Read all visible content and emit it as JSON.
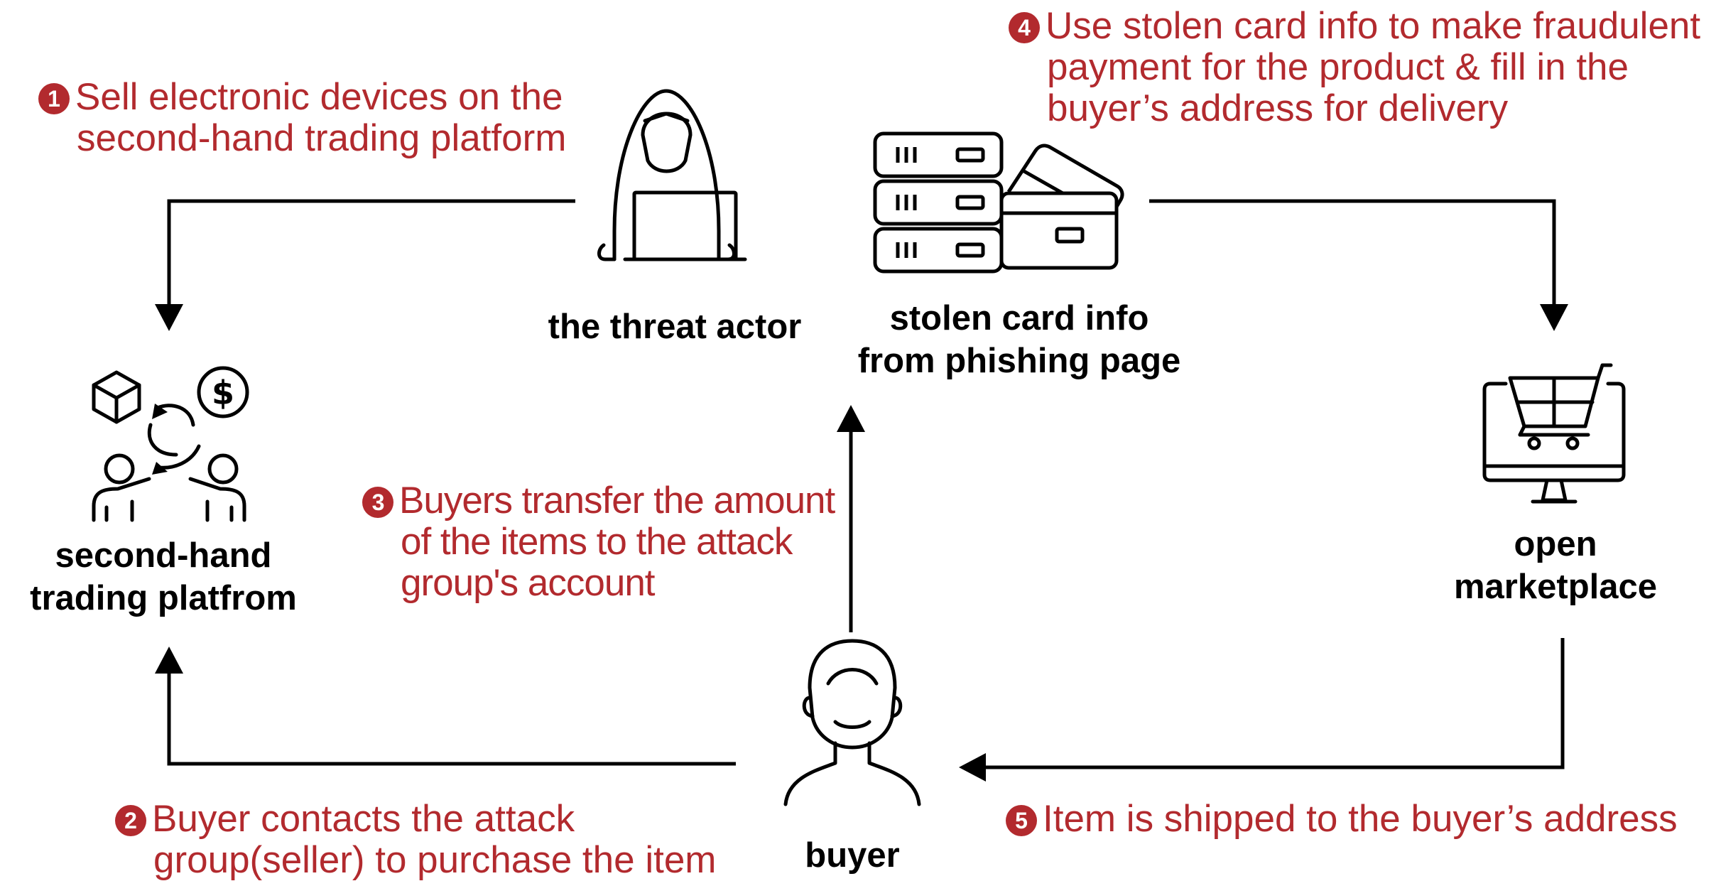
{
  "steps": [
    {
      "num": "1",
      "lines": [
        "Sell electronic devices on the",
        "second-hand trading platform"
      ]
    },
    {
      "num": "2",
      "lines": [
        "Buyer contacts the attack",
        "group(seller) to purchase the item"
      ]
    },
    {
      "num": "3",
      "lines": [
        "Buyers transfer the amount",
        "of the items to the attack",
        "group's account"
      ]
    },
    {
      "num": "4",
      "lines": [
        "Use stolen card info to make fraudulent",
        "payment for the product & fill in the",
        "buyer’s address for delivery"
      ]
    },
    {
      "num": "5",
      "lines": [
        "Item is shipped to the buyer’s address"
      ]
    }
  ],
  "nodes": {
    "threat_actor": [
      "the threat actor"
    ],
    "stolen_card": [
      "stolen card info",
      "from phishing page"
    ],
    "platform": [
      "second-hand",
      "trading platfrom"
    ],
    "marketplace": [
      "open",
      "marketplace"
    ],
    "buyer": [
      "buyer"
    ]
  },
  "icons": {
    "threat_actor": "hooded-hacker-laptop-icon",
    "stolen_card": "server-and-credit-cards-icon",
    "platform": "trade-exchange-icon",
    "marketplace": "shopping-cart-monitor-icon",
    "buyer": "person-head-icon"
  },
  "colors": {
    "step_text": "#b22a2e",
    "label_text": "#000000",
    "arrows": "#000000"
  }
}
